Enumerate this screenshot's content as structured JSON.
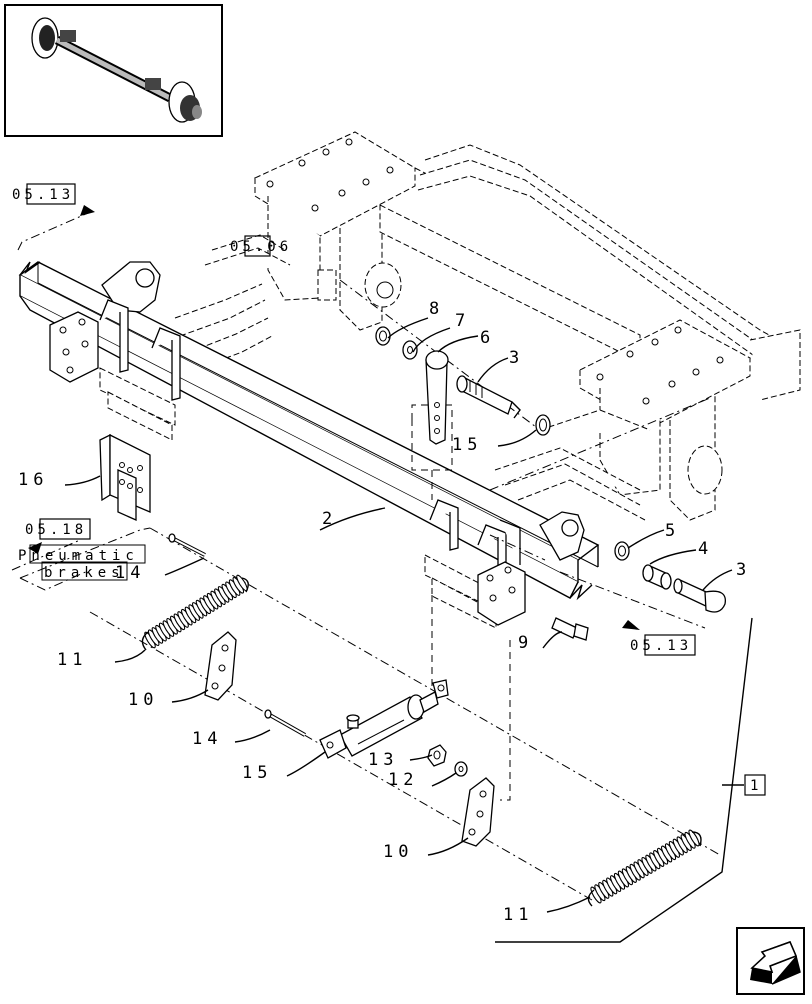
{
  "parts": {
    "p2": "2",
    "p3a": "3",
    "p3b": "3",
    "p4": "4",
    "p5": "5",
    "p6": "6",
    "p7": "7",
    "p8": "8",
    "p9": "9",
    "p10a": "10",
    "p10b": "10",
    "p11a": "11",
    "p11b": "11",
    "p12": "12",
    "p13": "13",
    "p14a": "14",
    "p14b": "14",
    "p15a": "15",
    "p15b": "15",
    "p16": "16"
  },
  "refs": {
    "r1": "05.13",
    "r2": "05.06",
    "r3": "05.18",
    "r4": "05.13",
    "group": "1"
  },
  "note": {
    "line1": "Pneumatic",
    "line2": "brakes"
  }
}
